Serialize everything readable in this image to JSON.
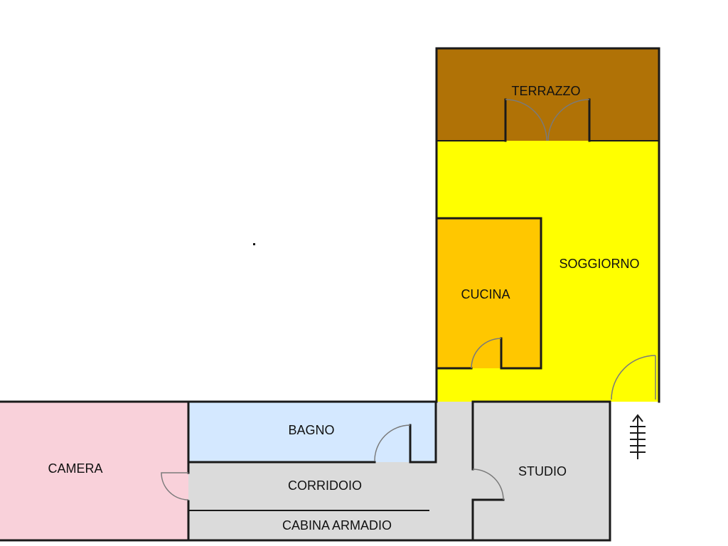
{
  "rooms": {
    "terrazzo": {
      "label": "TERRAZZO",
      "color": "#B07206"
    },
    "soggiorno": {
      "label": "SOGGIORNO",
      "color": "#FFFF00"
    },
    "cucina": {
      "label": "CUCINA",
      "color": "#FFC700"
    },
    "camera": {
      "label": "CAMERA",
      "color": "#F9D1DA"
    },
    "bagno": {
      "label": "BAGNO",
      "color": "#D4E8FF"
    },
    "corridoio": {
      "label": "CORRIDOIO",
      "color": "#DBDBDB"
    },
    "cabina_armadio": {
      "label": "CABINA ARMADIO",
      "color": "#DBDBDB"
    },
    "studio": {
      "label": "STUDIO",
      "color": "#DBDBDB"
    }
  },
  "colors": {
    "wall": "#1A1A1A",
    "door_arc": "#7A7A7A"
  },
  "icons": {
    "entrance": "entrance-arrow-icon"
  }
}
